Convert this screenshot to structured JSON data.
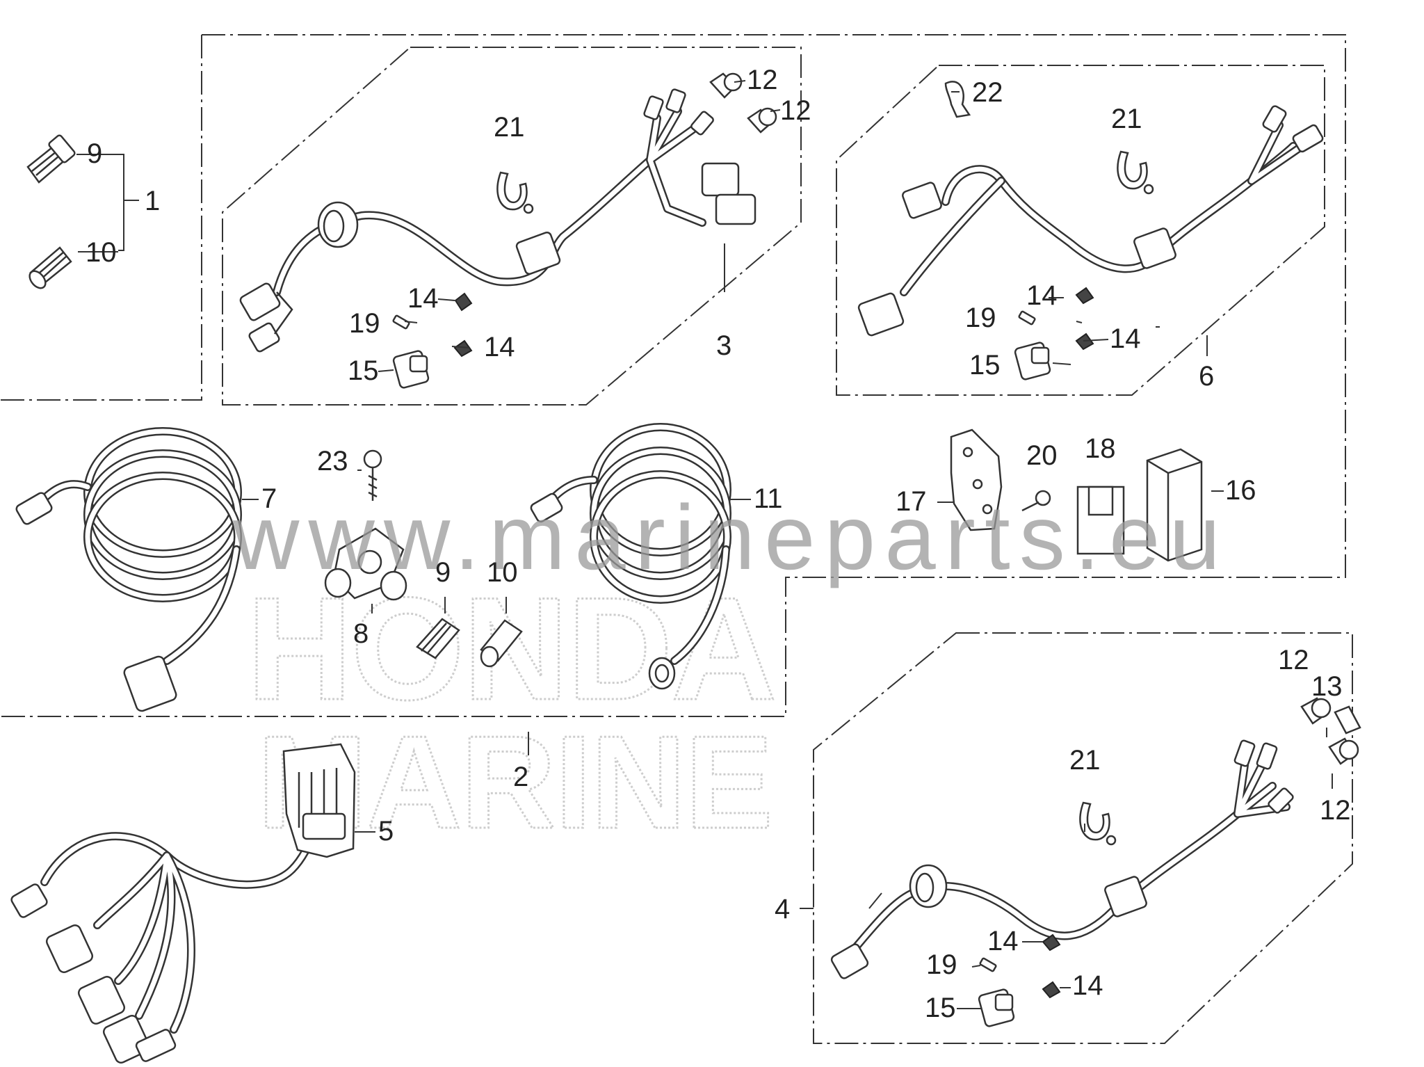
{
  "diagram": {
    "callouts": [
      {
        "id": "c9a",
        "text": "9"
      },
      {
        "id": "c10a",
        "text": "10"
      },
      {
        "id": "c1",
        "text": "1"
      },
      {
        "id": "c21a",
        "text": "21"
      },
      {
        "id": "c12a",
        "text": "12"
      },
      {
        "id": "c12b",
        "text": "12"
      },
      {
        "id": "c14a",
        "text": "14"
      },
      {
        "id": "c19a",
        "text": "19"
      },
      {
        "id": "c14b",
        "text": "14"
      },
      {
        "id": "c15a",
        "text": "15"
      },
      {
        "id": "c3",
        "text": "3"
      },
      {
        "id": "c22",
        "text": "22"
      },
      {
        "id": "c21b",
        "text": "21"
      },
      {
        "id": "c14c",
        "text": "14"
      },
      {
        "id": "c19b",
        "text": "19"
      },
      {
        "id": "c14d",
        "text": "14"
      },
      {
        "id": "c15b",
        "text": "15"
      },
      {
        "id": "c6",
        "text": "6"
      },
      {
        "id": "c23",
        "text": "23"
      },
      {
        "id": "c7",
        "text": "7"
      },
      {
        "id": "c8",
        "text": "8"
      },
      {
        "id": "c9b",
        "text": "9"
      },
      {
        "id": "c10b",
        "text": "10"
      },
      {
        "id": "c11",
        "text": "11"
      },
      {
        "id": "c20",
        "text": "20"
      },
      {
        "id": "c18",
        "text": "18"
      },
      {
        "id": "c17",
        "text": "17"
      },
      {
        "id": "c16",
        "text": "16"
      },
      {
        "id": "c2",
        "text": "2"
      },
      {
        "id": "c5",
        "text": "5"
      },
      {
        "id": "c12c",
        "text": "12"
      },
      {
        "id": "c13",
        "text": "13"
      },
      {
        "id": "c12d",
        "text": "12"
      },
      {
        "id": "c21c",
        "text": "21"
      },
      {
        "id": "c4",
        "text": "4"
      },
      {
        "id": "c14e",
        "text": "14"
      },
      {
        "id": "c19c",
        "text": "19"
      },
      {
        "id": "c14f",
        "text": "14"
      },
      {
        "id": "c15c",
        "text": "15"
      }
    ]
  },
  "watermark": {
    "url": "www.marineparts.eu",
    "brand_line1": "HONDA",
    "brand_line2": "MARINE"
  }
}
